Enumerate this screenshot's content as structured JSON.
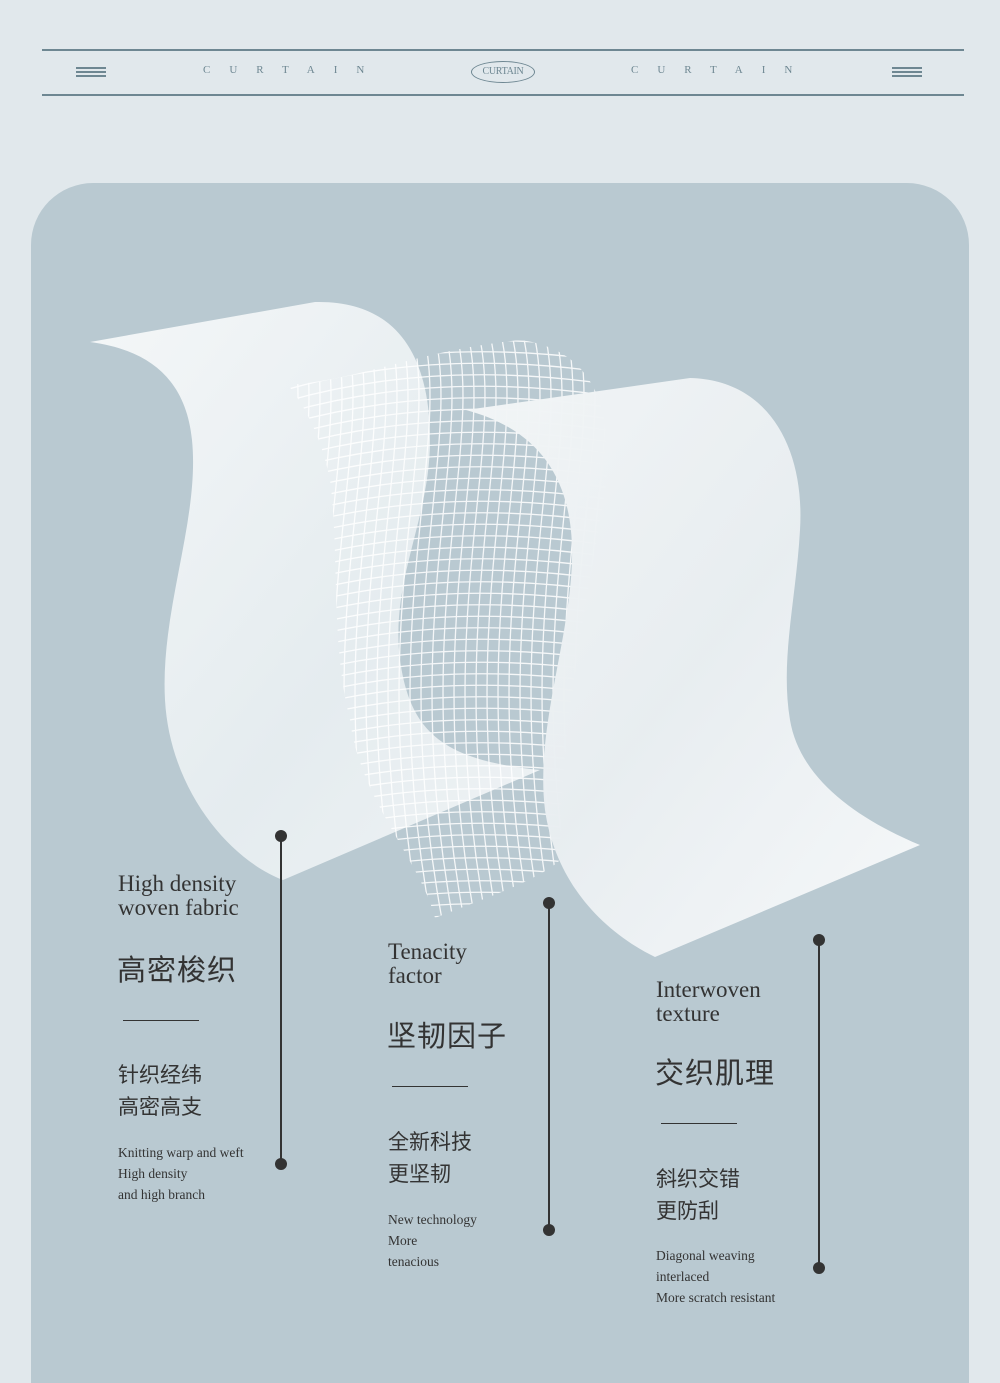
{
  "header": {
    "left_text": "CURTAIN",
    "badge": "CURTAIN",
    "right_text": "CURTAIN",
    "menu_left_icon": "menu-lines-icon",
    "menu_right_icon": "menu-lines-icon"
  },
  "features": [
    {
      "en_title_1": "High density",
      "en_title_2": "woven fabric",
      "zh_title": "高密梭织",
      "zh_sub_1": "针织经纬",
      "zh_sub_2": "高密高支",
      "en_desc_1": "Knitting warp and weft",
      "en_desc_2": "High density",
      "en_desc_3": "and high branch"
    },
    {
      "en_title_1": "Tenacity",
      "en_title_2": "factor",
      "zh_title": "坚韧因子",
      "zh_sub_1": "全新科技",
      "zh_sub_2": "更坚韧",
      "en_desc_1": "New technology",
      "en_desc_2": "More",
      "en_desc_3": "tenacious"
    },
    {
      "en_title_1": "Interwoven",
      "en_title_2": "texture",
      "zh_title": "交织肌理",
      "zh_sub_1": "斜织交错",
      "zh_sub_2": "更防刮",
      "en_desc_1": "Diagonal weaving",
      "en_desc_2": "interlaced",
      "en_desc_3": "More scratch resistant"
    }
  ],
  "colors": {
    "page_bg": "#e1e8ec",
    "panel_bg": "#b9c9d1",
    "accent": "#6e8792",
    "text": "#333333"
  }
}
